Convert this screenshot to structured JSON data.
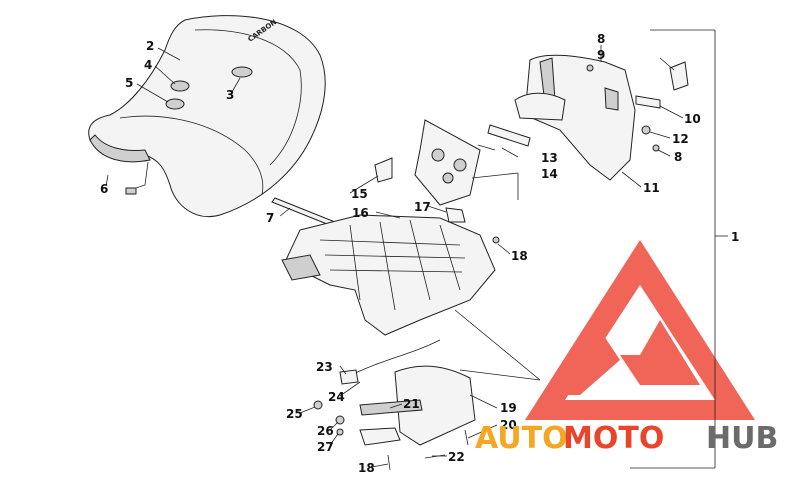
{
  "callouts": {
    "c1": "1",
    "c2": "2",
    "c3": "3",
    "c4": "4",
    "c5": "5",
    "c6": "6",
    "c7": "7",
    "c8a": "8",
    "c8b": "8",
    "c9": "9",
    "c10": "10",
    "c11": "11",
    "c12": "12",
    "c13": "13",
    "c14": "14",
    "c15": "15",
    "c16": "16",
    "c17": "17",
    "c18a": "18",
    "c18b": "18",
    "c19": "19",
    "c20": "20",
    "c21": "21",
    "c22": "22",
    "c23": "23",
    "c24": "24",
    "c25": "25",
    "c26": "26",
    "c27": "27"
  },
  "seat_embossed_text": "CARBON",
  "watermark": {
    "auto": "AUTO",
    "moto": "MOTO",
    "hub": "HUB",
    "colors": {
      "auto": "#f5a623",
      "moto": "#e8452c",
      "hub": "#6b6b6b",
      "logo": "#ef4a3c"
    }
  }
}
